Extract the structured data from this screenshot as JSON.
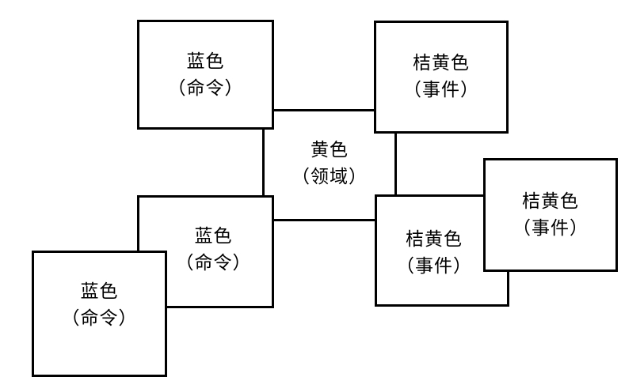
{
  "diagram": {
    "domain": {
      "title": "黄色",
      "subtitle": "（领域）"
    },
    "commands": [
      {
        "title": "蓝色",
        "subtitle": "（命令）"
      },
      {
        "title": "蓝色",
        "subtitle": "（命令）"
      },
      {
        "title": "蓝色",
        "subtitle": "（命令）"
      }
    ],
    "events": [
      {
        "title": "桔黄色",
        "subtitle": "（事件）"
      },
      {
        "title": "桔黄色",
        "subtitle": "（事件）"
      },
      {
        "title": "桔黄色",
        "subtitle": "（事件）"
      }
    ]
  }
}
